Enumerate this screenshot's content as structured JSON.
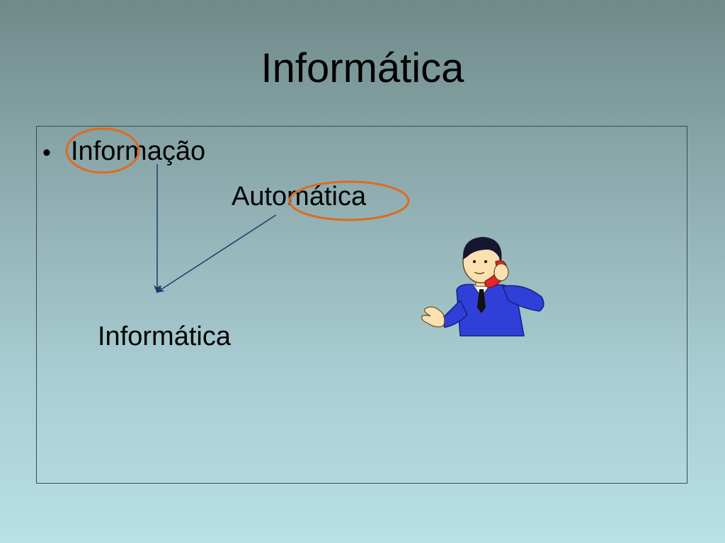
{
  "slide": {
    "title": "Informática",
    "bullet_marker": "•",
    "word_information": "Informação",
    "word_automatic": "Automática",
    "word_result": "Informática"
  },
  "colors": {
    "highlight_ellipse": "#e06a1f",
    "arrow": "#1f3b6b",
    "border": "#3c4a4c"
  },
  "icons": {
    "figure": "businessman-on-phone-clipart"
  }
}
